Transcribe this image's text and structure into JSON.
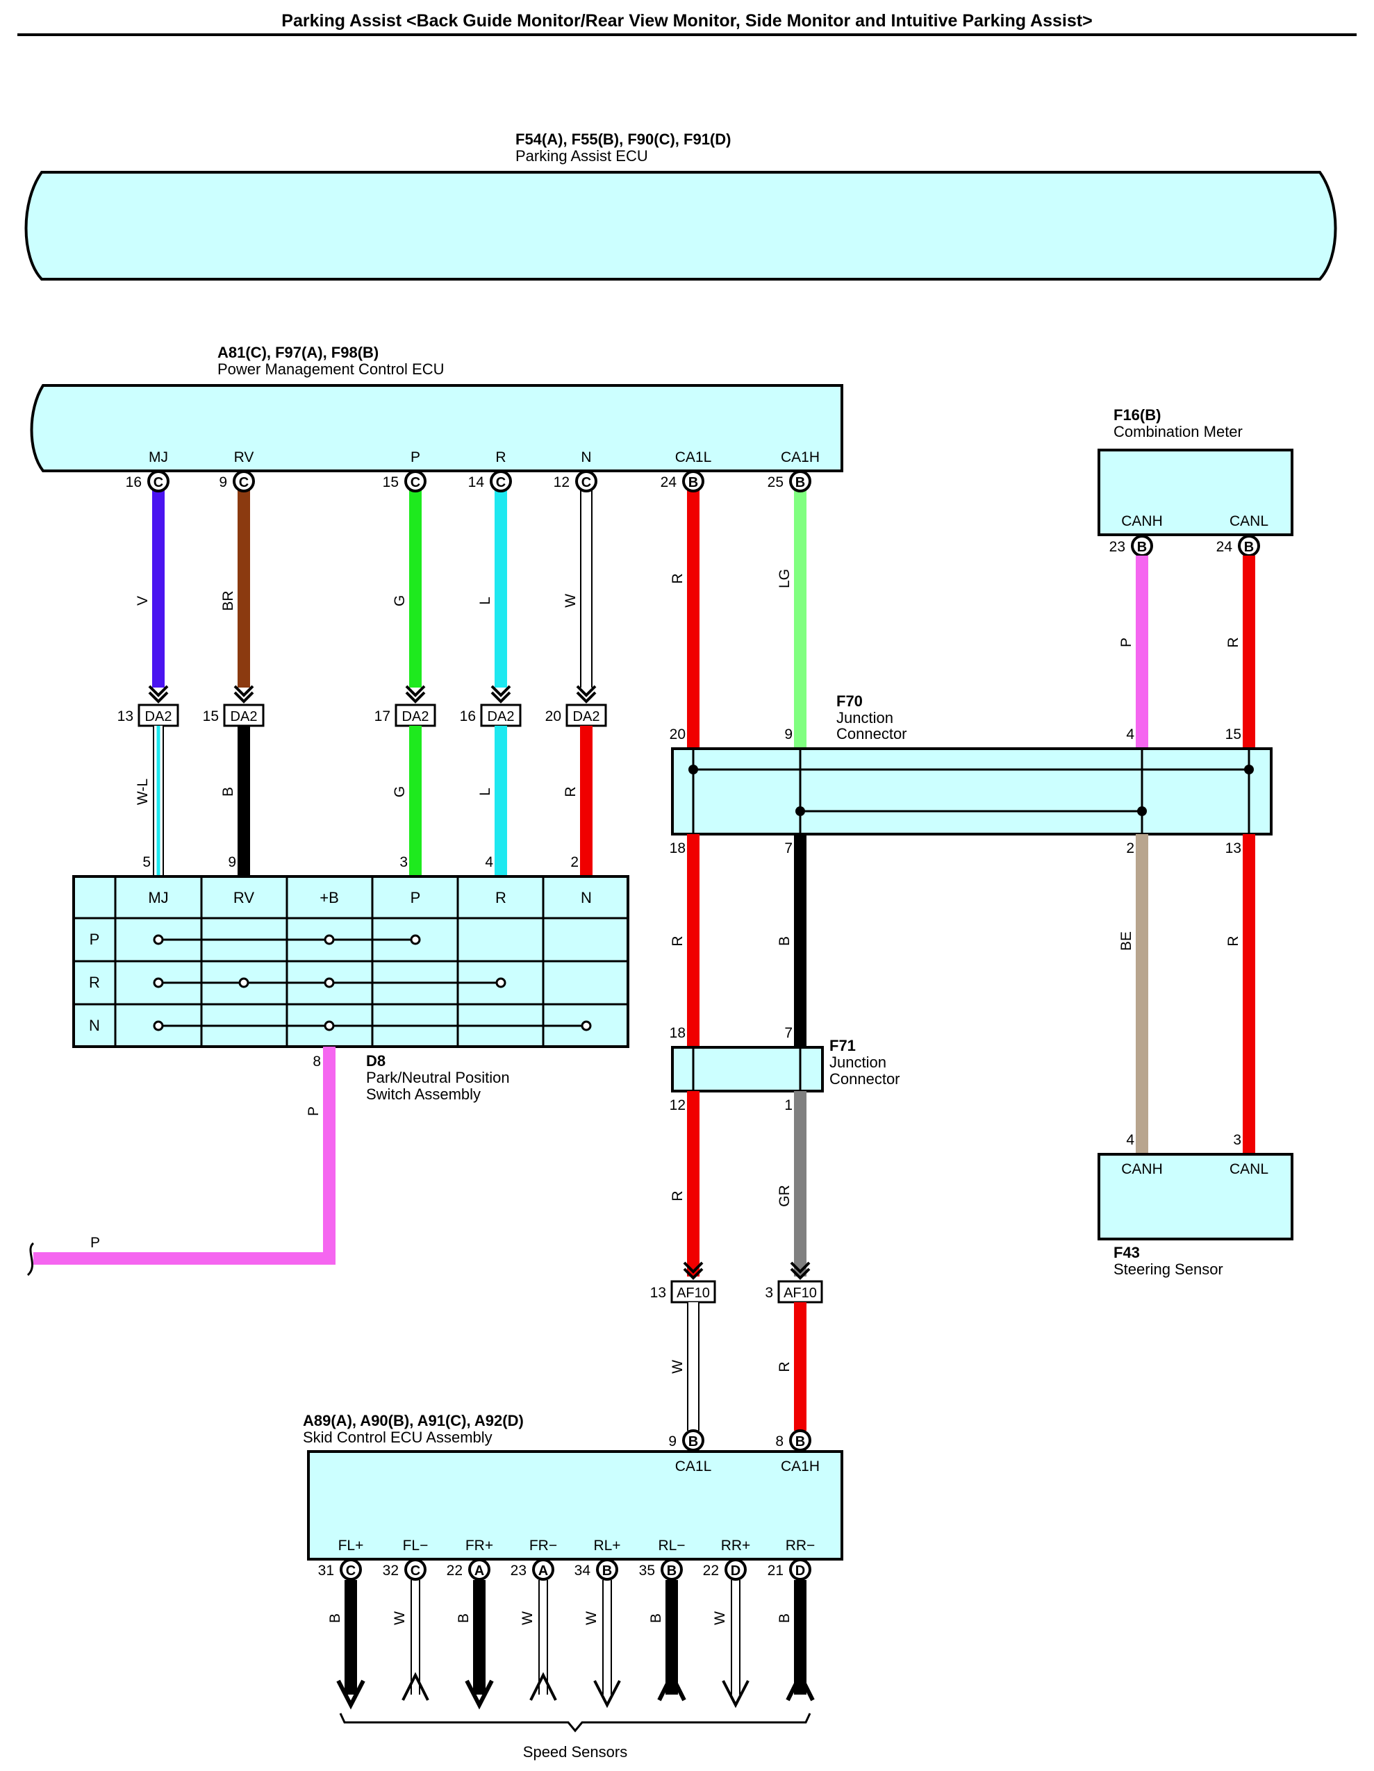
{
  "title": "Parking Assist <Back Guide Monitor/Rear View Monitor, Side Monitor and Intuitive Parking Assist>",
  "components": {
    "parking_ecu": {
      "code": "F54(A), F55(B), F90(C), F91(D)",
      "name": "Parking Assist ECU"
    },
    "power_ecu": {
      "code": "A81(C), F97(A), F98(B)",
      "name": "Power Management Control ECU",
      "pins": [
        {
          "label": "MJ",
          "num": "16",
          "conn": "C"
        },
        {
          "label": "RV",
          "num": "9",
          "conn": "C"
        },
        {
          "label": "P",
          "num": "15",
          "conn": "C"
        },
        {
          "label": "R",
          "num": "14",
          "conn": "C"
        },
        {
          "label": "N",
          "num": "12",
          "conn": "C"
        },
        {
          "label": "CA1L",
          "num": "24",
          "conn": "B"
        },
        {
          "label": "CA1H",
          "num": "25",
          "conn": "B"
        }
      ]
    },
    "combo_meter": {
      "code": "F16(B)",
      "name": "Combination Meter",
      "pins": [
        {
          "label": "CANH",
          "num": "23",
          "conn": "B"
        },
        {
          "label": "CANL",
          "num": "24",
          "conn": "B"
        }
      ]
    },
    "f70": {
      "code": "F70",
      "name_line1": "Junction",
      "name_line2": "Connector",
      "pins_top": [
        "20",
        "9",
        "4",
        "15"
      ],
      "pins_bottom": [
        "18",
        "7",
        "2",
        "13"
      ]
    },
    "f71": {
      "code": "F71",
      "name_line1": "Junction",
      "name_line2": "Connector",
      "pins_top": [
        "18",
        "7"
      ],
      "pins_bottom": [
        "12",
        "1"
      ]
    },
    "steering": {
      "code": "F43",
      "name": "Steering Sensor",
      "pins": [
        {
          "label": "CANH",
          "num": "4"
        },
        {
          "label": "CANL",
          "num": "3"
        }
      ]
    },
    "pn_switch": {
      "code": "D8",
      "name_line1": "Park/Neutral Position",
      "name_line2": "Switch Assembly",
      "headers": [
        "MJ",
        "RV",
        "+B",
        "P",
        "R",
        "N"
      ],
      "rows": [
        "P",
        "R",
        "N"
      ],
      "top_pins": [
        "5",
        "9",
        "3",
        "4",
        "2"
      ],
      "bottom_pin": "8"
    },
    "skid_ecu": {
      "code": "A89(A), A90(B), A91(C), A92(D)",
      "name": "Skid Control ECU Assembly",
      "top_pins": [
        {
          "label": "CA1L",
          "num": "9",
          "conn": "B"
        },
        {
          "label": "CA1H",
          "num": "8",
          "conn": "B"
        }
      ],
      "bottom_pins": [
        {
          "label": "FL+",
          "num": "31",
          "conn": "C"
        },
        {
          "label": "FL−",
          "num": "32",
          "conn": "C"
        },
        {
          "label": "FR+",
          "num": "22",
          "conn": "A"
        },
        {
          "label": "FR−",
          "num": "23",
          "conn": "A"
        },
        {
          "label": "RL+",
          "num": "34",
          "conn": "B"
        },
        {
          "label": "RL−",
          "num": "35",
          "conn": "B"
        },
        {
          "label": "RR+",
          "num": "22",
          "conn": "D"
        },
        {
          "label": "RR−",
          "num": "21",
          "conn": "D"
        }
      ]
    },
    "speed_sensors": {
      "name": "Speed Sensors"
    }
  },
  "connectors": {
    "da2": [
      {
        "num": "13",
        "label": "DA2"
      },
      {
        "num": "15",
        "label": "DA2"
      },
      {
        "num": "17",
        "label": "DA2"
      },
      {
        "num": "16",
        "label": "DA2"
      },
      {
        "num": "20",
        "label": "DA2"
      }
    ],
    "af10": [
      {
        "num": "13",
        "label": "AF10"
      },
      {
        "num": "3",
        "label": "AF10"
      }
    ]
  },
  "wires": {
    "ecu_upper": [
      "V",
      "BR",
      "G",
      "L",
      "W",
      "R",
      "LG"
    ],
    "da2_lower": [
      "W-L",
      "B",
      "G",
      "L",
      "R"
    ],
    "meter": [
      "P",
      "R"
    ],
    "f70_lower": [
      "R",
      "B",
      "BE",
      "R"
    ],
    "f71_lower": [
      "R",
      "GR"
    ],
    "af10_lower": [
      "W",
      "R"
    ],
    "switch_out": "P",
    "switch_out_h": "P",
    "skid_bottom": [
      "B",
      "W",
      "B",
      "W",
      "W",
      "B",
      "W",
      "B"
    ]
  },
  "colors": {
    "V": "#4a14f0",
    "BR": "#8b3a10",
    "G": "#1eea1e",
    "L": "#1ee8f0",
    "W": "#ffffff",
    "R": "#f00000",
    "LG": "#80ff80",
    "P": "#f566f0",
    "B": "#000000",
    "BE": "#b8a58e",
    "GR": "#808080",
    "box_fill": "#ccffff"
  }
}
